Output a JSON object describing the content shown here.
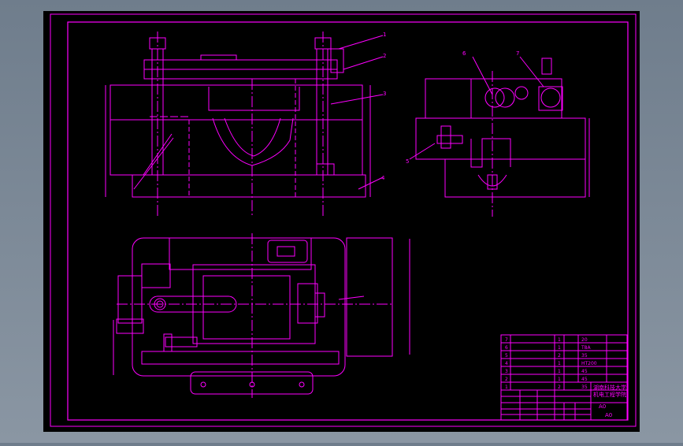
{
  "colors": {
    "background_outer": "#7f8c99",
    "sheet": "#000000",
    "line": "#ff00ff",
    "text": "#ff00ff"
  },
  "balloons": [
    "1",
    "2",
    "3",
    "4",
    "5",
    "6",
    "7"
  ],
  "title_block": {
    "school_line1": "湖南科技大学",
    "school_line2": "机电工程学院",
    "part_code": "A0",
    "sheet_label": "A0",
    "bom_rows": [
      {
        "no": "7",
        "name": "",
        "qty": "1",
        "material": "20"
      },
      {
        "no": "6",
        "name": "",
        "qty": "1",
        "material": "T8A"
      },
      {
        "no": "5",
        "name": "",
        "qty": "2",
        "material": "35"
      },
      {
        "no": "4",
        "name": "",
        "qty": "1",
        "material": "HT200"
      },
      {
        "no": "3",
        "name": "",
        "qty": "1",
        "material": "45"
      },
      {
        "no": "2",
        "name": "",
        "qty": "1",
        "material": "45"
      },
      {
        "no": "1",
        "name": "",
        "qty": "2",
        "material": "35"
      }
    ]
  }
}
